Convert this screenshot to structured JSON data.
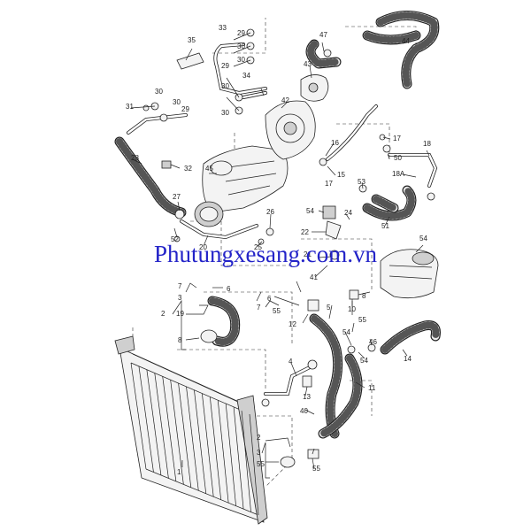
{
  "watermark": "Phutungxesang.com.vn",
  "labels": [
    "35",
    "33",
    "29",
    "30",
    "30",
    "29",
    "34",
    "30",
    "30",
    "31",
    "30",
    "30",
    "29",
    "32",
    "28",
    "45",
    "42",
    "47",
    "43",
    "44",
    "16",
    "17",
    "17",
    "50",
    "18",
    "15",
    "18A",
    "53",
    "54",
    "24",
    "51",
    "27",
    "52",
    "26",
    "25",
    "20",
    "22",
    "21",
    "41",
    "54",
    "10",
    "8",
    "6",
    "7",
    "3",
    "19",
    "2",
    "8",
    "6",
    "7",
    "55",
    "12",
    "5",
    "55",
    "54",
    "46",
    "14",
    "4",
    "13",
    "11",
    "40",
    "1",
    "3",
    "2",
    "55",
    "55",
    "54"
  ]
}
